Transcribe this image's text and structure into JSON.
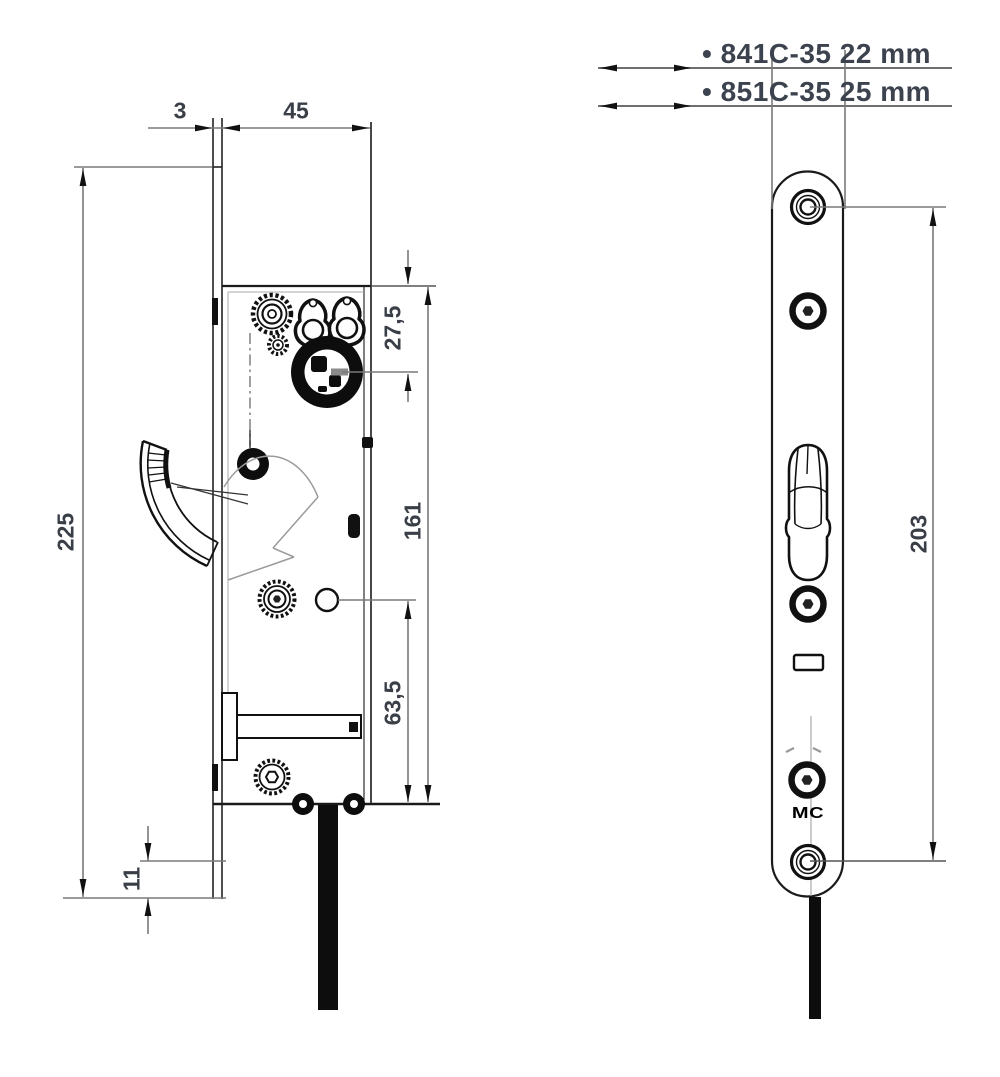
{
  "drawing": {
    "variant_labels": [
      {
        "label": "• 841C-35 22 mm"
      },
      {
        "label": "• 851C-35 25 mm"
      }
    ],
    "dimensions": {
      "plate_thickness": "3",
      "case_width": "45",
      "plate_length": "225",
      "cylinder_to_top": "27,5",
      "case_length": "161",
      "hole_to_bottom": "63,5",
      "bottom_edge": "11",
      "fixing_hole_spacing": "203"
    },
    "logo_text": "MC"
  }
}
